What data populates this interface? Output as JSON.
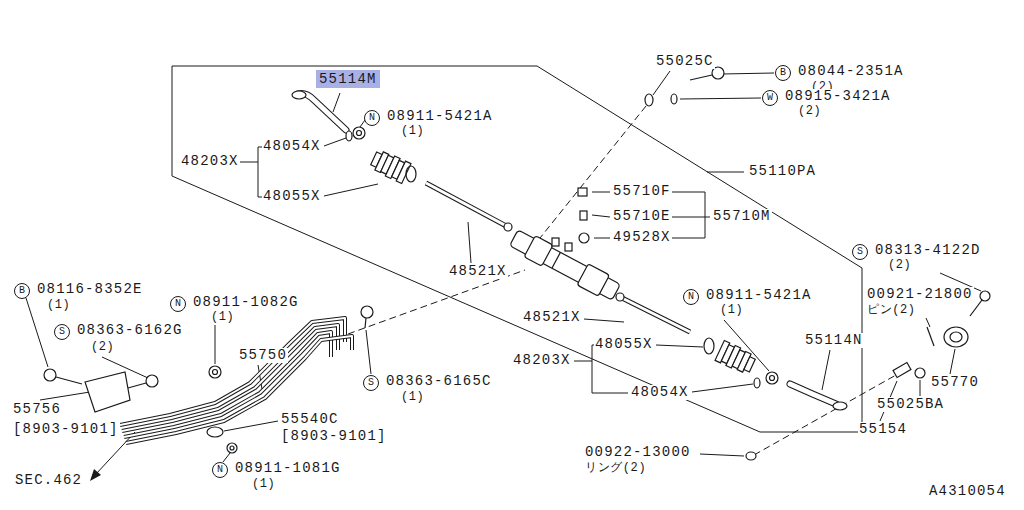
{
  "diagram": {
    "nodes": [
      {
        "text": [
          "55114M"
        ]
      },
      {
        "text": [
          "B"
        ]
      },
      {
        "text": [
          "W"
        ]
      },
      {
        "text": [
          "N"
        ]
      },
      {
        "text": [
          "S"
        ]
      },
      {
        "text": [
          "B"
        ]
      },
      {
        "text": [
          "N"
        ]
      },
      {
        "text": [
          "N"
        ]
      },
      {
        "text": [
          "S"
        ]
      },
      {
        "text": [
          "S"
        ]
      },
      {
        "text": [
          "N"
        ]
      }
    ],
    "labels": [
      "55025C",
      "08044-2351A",
      "(2)",
      "08915-3421A",
      "(2)",
      "08911-5421A",
      "(1)",
      "48203X",
      "48054X",
      "48055X",
      "55110PA",
      "55710F",
      "55710E",
      "55710M",
      "49528X",
      "48521X",
      "08313-4122D",
      "(2)",
      "08116-8352E",
      "(1)",
      "08911-5421A",
      "(1)",
      "00921-21800",
      "ピン(2)",
      "08911-1082G",
      "(1)",
      "48521X",
      "08363-6162G",
      "(2)",
      "48055X",
      "55114N",
      "55750",
      "48203X",
      "08363-6165C",
      "(1)",
      "55770",
      "48054X",
      "55025BA",
      "55756",
      "55540C",
      "[8903-9101]",
      "55154",
      "[8903-9101]",
      "00922-13000",
      "リング(2)",
      "08911-1081G",
      "(1)",
      "SEC.462",
      "A4310054"
    ]
  }
}
